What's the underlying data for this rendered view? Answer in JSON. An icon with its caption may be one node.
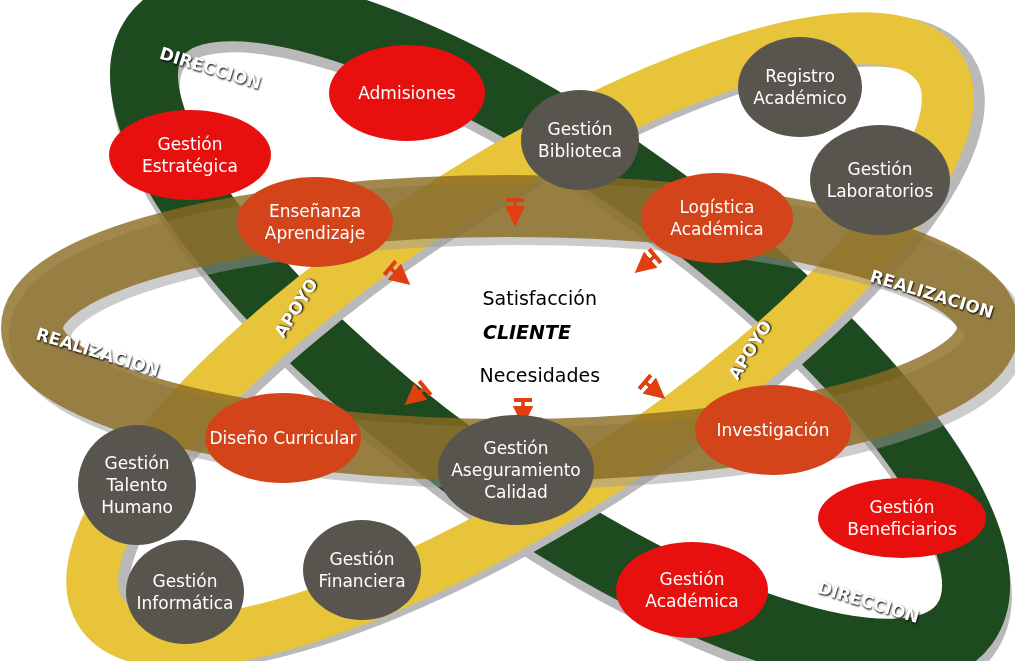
{
  "diagram": {
    "nodes": [
      {
        "text": [
          "Admisiones"
        ]
      },
      {
        "text": [
          "Registro Académico"
        ]
      },
      {
        "text": [
          "Gestión Biblioteca"
        ]
      },
      {
        "text": [
          "Gestión Estratégica"
        ]
      },
      {
        "text": [
          "Gestión Laboratorios"
        ]
      },
      {
        "text": [
          "Enseñanza Aprendizaje"
        ]
      },
      {
        "text": [
          "Logística Académica"
        ]
      },
      {
        "text": [
          "Investigación"
        ]
      },
      {
        "text": [
          "Diseño Curricular"
        ]
      },
      {
        "text": [
          "Gestión Aseguramiento Calidad"
        ]
      },
      {
        "text": [
          "Gestión Talento Humano"
        ]
      },
      {
        "text": [
          "Gestión Beneficiarios"
        ]
      },
      {
        "text": [
          "Gestión Financiera"
        ]
      },
      {
        "text": [
          "Gestión Informática"
        ]
      },
      {
        "text": [
          "Gestión Académica"
        ]
      }
    ],
    "labels": [
      "DIRECCION",
      "REALIZACION",
      "Satisfacción",
      "CLIENTE",
      "APOYO",
      "REALIZACION",
      "APOYO",
      "Necesidades",
      "DIRECCION"
    ]
  }
}
